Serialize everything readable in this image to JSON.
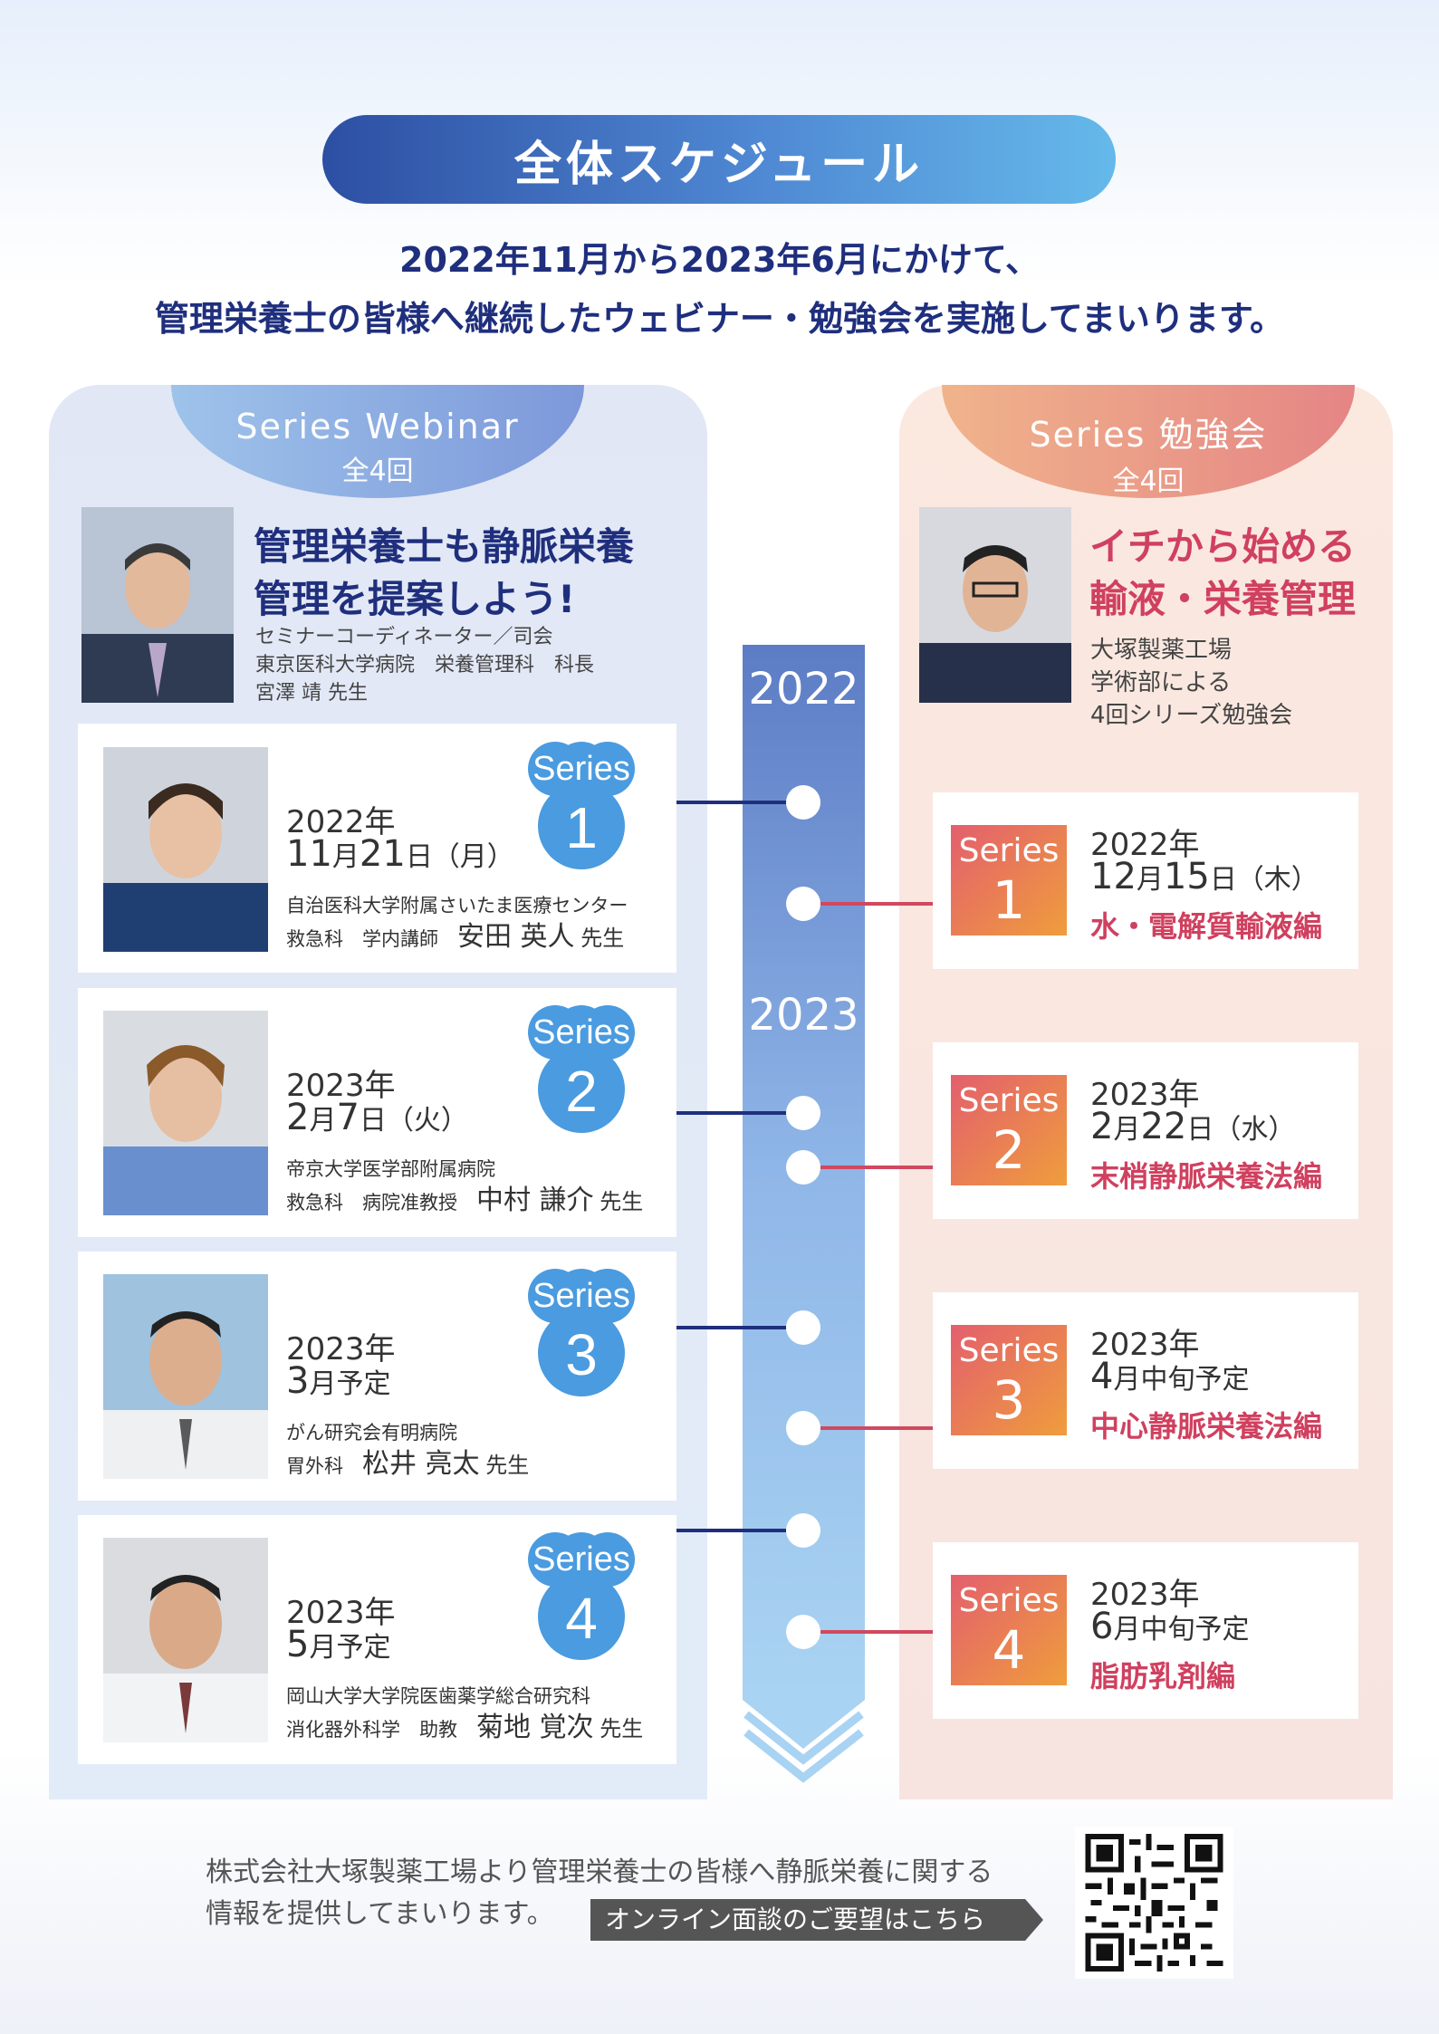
{
  "header": {
    "title": "全体スケジュール",
    "intro_line1": "2022年11月から2023年6月にかけて、",
    "intro_line2": "管理栄養士の皆様へ継続したウェビナー・勉強会を実施してまいります。"
  },
  "webinar": {
    "series_name": "Series Webinar",
    "count": "全4回",
    "title_line1": "管理栄養士も静脈栄養",
    "title_line2": "管理を提案しよう!",
    "coordinator_role": "セミナーコーディネーター／司会",
    "coordinator_affiliation": "東京医科大学病院　栄養管理科　科長",
    "coordinator_name": "宮澤 靖 先生",
    "sessions": [
      {
        "badge_text": "Series",
        "badge_number": "1",
        "year": "2022年",
        "day_num1": "11",
        "day_unit1": "月",
        "day_num2": "21",
        "day_unit2": "日（月）",
        "institution": "自治医科大学附属さいたま医療センター",
        "dept": "救急科　学内講師",
        "name": "安田 英人",
        "honorific": "先生"
      },
      {
        "badge_text": "Series",
        "badge_number": "2",
        "year": "2023年",
        "day_num1": "2",
        "day_unit1": "月",
        "day_num2": "7",
        "day_unit2": "日（火）",
        "institution": "帝京大学医学部附属病院",
        "dept": "救急科　病院准教授",
        "name": "中村 謙介",
        "honorific": "先生"
      },
      {
        "badge_text": "Series",
        "badge_number": "3",
        "year": "2023年",
        "day_num1": "3",
        "day_unit1": "月予定",
        "day_num2": "",
        "day_unit2": "",
        "institution": "がん研究会有明病院",
        "dept": "胃外科",
        "name": "松井 亮太",
        "honorific": "先生"
      },
      {
        "badge_text": "Series",
        "badge_number": "4",
        "year": "2023年",
        "day_num1": "5",
        "day_unit1": "月予定",
        "day_num2": "",
        "day_unit2": "",
        "institution": "岡山大学大学院医歯薬学総合研究科",
        "dept": "消化器外科学　助教",
        "name": "菊地 覚次",
        "honorific": "先生"
      }
    ]
  },
  "study": {
    "series_name": "Series 勉強会",
    "count": "全4回",
    "title_line1": "イチから始める",
    "title_line2": "輸液・栄養管理",
    "desc_line1": "大塚製薬工場",
    "desc_line2": "学術部による",
    "desc_line3": "4回シリーズ勉強会",
    "sessions": [
      {
        "badge_text": "Series",
        "badge_number": "1",
        "year": "2022年",
        "day_num1": "12",
        "day_unit1": "月",
        "day_num2": "15",
        "day_unit2": "日（木）",
        "topic": "水・電解質輸液編"
      },
      {
        "badge_text": "Series",
        "badge_number": "2",
        "year": "2023年",
        "day_num1": "2",
        "day_unit1": "月",
        "day_num2": "22",
        "day_unit2": "日（水）",
        "topic": "末梢静脈栄養法編"
      },
      {
        "badge_text": "Series",
        "badge_number": "3",
        "year": "2023年",
        "day_num1": "4",
        "day_unit1": "月中旬予定",
        "day_num2": "",
        "day_unit2": "",
        "topic": "中心静脈栄養法編"
      },
      {
        "badge_text": "Series",
        "badge_number": "4",
        "year": "2023年",
        "day_num1": "6",
        "day_unit1": "月中旬予定",
        "day_num2": "",
        "day_unit2": "",
        "topic": "脂肪乳剤編"
      }
    ]
  },
  "timeline": {
    "year1": "2022",
    "year2": "2023"
  },
  "footer": {
    "line1": "株式会社大塚製薬工場より管理栄養士の皆様へ静脈栄養に関する",
    "line2": "情報を提供してまいります。",
    "cta": "オンライン面談のご要望はこちら"
  },
  "colors": {
    "navy": "#1f2f7d",
    "accent_red": "#d0405f",
    "badge_orange": "#ef9d3c",
    "badge_blue": "#4f88d3"
  }
}
